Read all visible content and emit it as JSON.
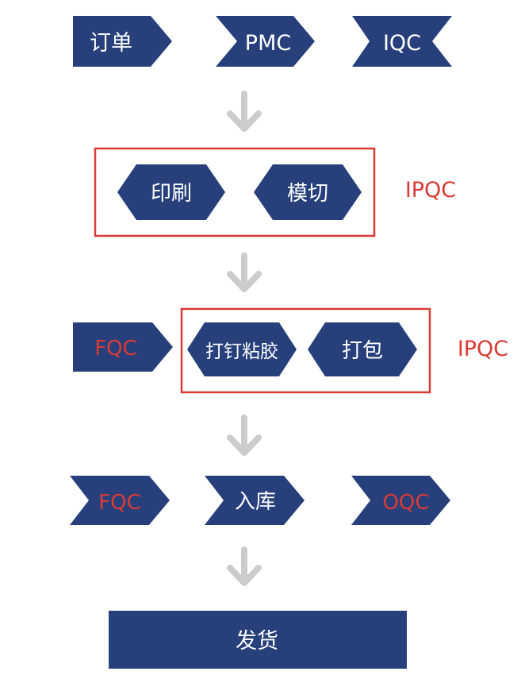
{
  "colors": {
    "shape_fill": "#27407c",
    "shape_text": "#ffffff",
    "qc_text": "#d93a33",
    "group_border": "#d93a33",
    "arrow": "#cccccc"
  },
  "row1": {
    "order": "订单",
    "pmc": "PMC",
    "iqc": "IQC"
  },
  "group1": {
    "print": "印刷",
    "die_cut": "模切",
    "label": "IPQC"
  },
  "row3": {
    "fqc": "FQC"
  },
  "group2": {
    "staple_glue": "打钉粘胶",
    "pack": "打包",
    "label": "IPQC"
  },
  "row4": {
    "fqc": "FQC",
    "warehouse": "入库",
    "oqc": "OQC"
  },
  "ship": "发货",
  "icons": {
    "arrow": "down-arrow-icon"
  }
}
